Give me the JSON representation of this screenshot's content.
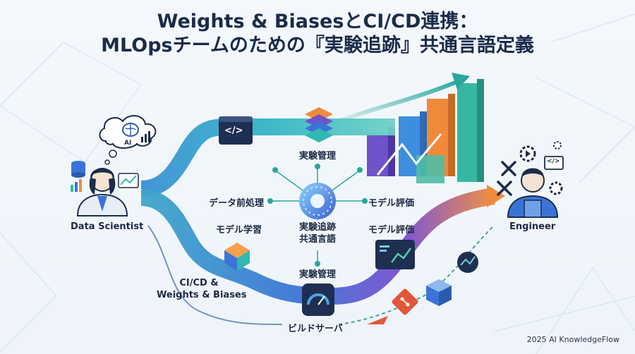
{
  "title_line1": "Weights & BiasesとCI/CD連携：",
  "title_line2": "MLOpsチームのための『実験追跡』共通言語定義",
  "roles": {
    "data_scientist": "Data Scientist",
    "engineer": "Engineer"
  },
  "cloud_badge": "AI",
  "labels": {
    "exp_mgmt_top": "実験管理",
    "data_preprocess": "データ前処理",
    "model_eval_right1": "モデル評価",
    "model_training": "モデル学習",
    "center_line1": "実験追跡",
    "center_line2": "共通言語",
    "model_eval_right2": "モデル評価",
    "exp_mgmt_bottom": "実験管理",
    "cicd_line1": "CI/CD &",
    "cicd_line2": "Weights & Biases",
    "build_server": "ビルドサーバ"
  },
  "code_glyph": "</>",
  "footer": "2025 AI KnowledgeFlow",
  "colors": {
    "teal": "#2fb9b0",
    "blue": "#3b74d6",
    "purple": "#7a4fd0",
    "orange": "#f08a3a",
    "navy": "#1b2c4a"
  }
}
